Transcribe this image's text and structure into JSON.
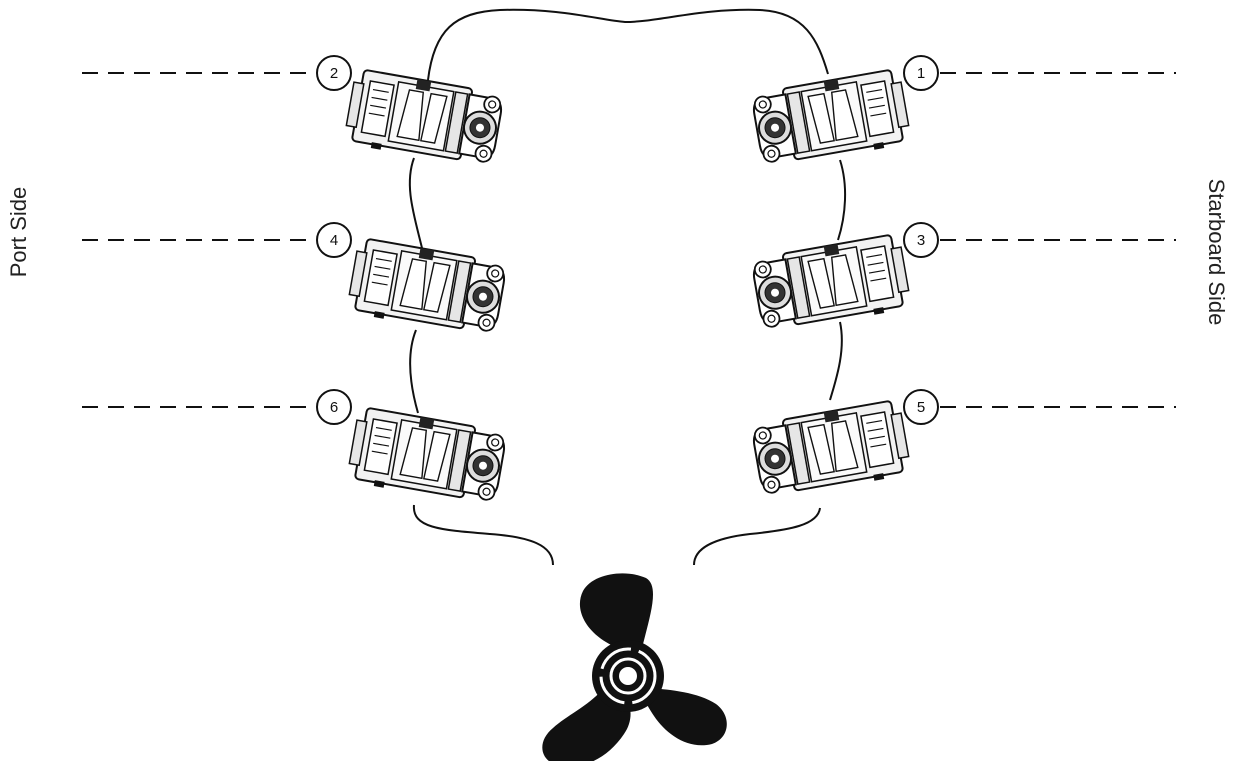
{
  "labels": {
    "port_side": "Port Side",
    "starboard_side": "Starboard Side"
  },
  "cylinders": [
    {
      "number": "1",
      "side": "starboard"
    },
    {
      "number": "2",
      "side": "port"
    },
    {
      "number": "3",
      "side": "starboard"
    },
    {
      "number": "4",
      "side": "port"
    },
    {
      "number": "5",
      "side": "starboard"
    },
    {
      "number": "6",
      "side": "port"
    }
  ],
  "icons": {
    "unit": "coil-pack-icon",
    "propeller": "propeller-icon"
  },
  "colors": {
    "line": "#111111",
    "unit_fill": "#f2f2f2",
    "propeller": "#111111"
  }
}
